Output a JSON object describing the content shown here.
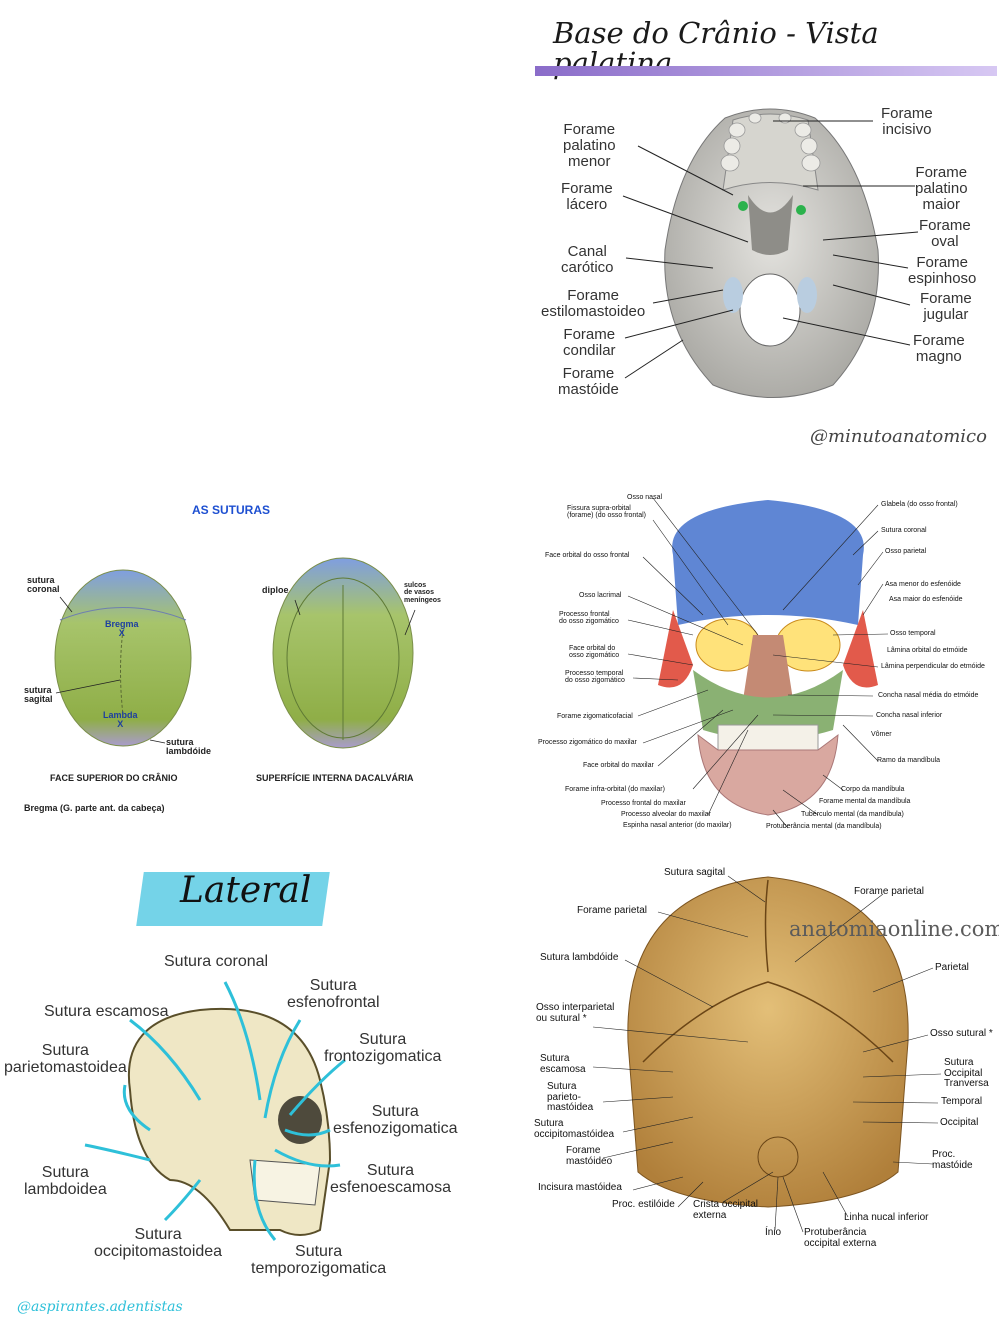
{
  "palatina": {
    "title": "Base do Crânio - Vista palatina",
    "watermark": "@minutoanatomico",
    "labels": [
      {
        "id": "forame-incisivo",
        "text": "Forame\nincisivo"
      },
      {
        "id": "forame-palatino-menor",
        "text": "Forame\npalatino\nmenor"
      },
      {
        "id": "forame-palatino-maior",
        "text": "Forame\npalatino\nmaior"
      },
      {
        "id": "forame-lacero",
        "text": "Forame\nlácero"
      },
      {
        "id": "forame-oval",
        "text": "Forame\noval"
      },
      {
        "id": "canal-carotico",
        "text": "Canal\ncarótico"
      },
      {
        "id": "forame-espinhoso",
        "text": "Forame\nespinhoso"
      },
      {
        "id": "forame-estilomastoideo",
        "text": "Forame\nestilomastoideo"
      },
      {
        "id": "forame-jugular",
        "text": "Forame\njugular"
      },
      {
        "id": "forame-condilar",
        "text": "Forame\ncondilar"
      },
      {
        "id": "forame-magno",
        "text": "Forame\nmagno"
      },
      {
        "id": "forame-mastoide",
        "text": "Forame\nmastóide"
      }
    ]
  },
  "suturas": {
    "title": "AS SUTURAS",
    "left_caption": "FACE SUPERIOR DO CRÂNIO",
    "right_caption": "SUPERFÍCIE INTERNA DACALVÁRIA",
    "footnote": "Bregma (G. parte ant. da cabeça)",
    "labels": {
      "sutura_coronal": "sutura\ncoronal",
      "bregma": "Bregma\nX",
      "sutura_sagital": "sutura\nsagital",
      "lambda": "Lambda\nX",
      "sutura_lambdoide": "sutura\nlambdóide",
      "diploe": "diploe",
      "sulcos": "sulcos\nde vasos\nmeníngeos"
    }
  },
  "anterior": {
    "labels": [
      {
        "id": "osso-nasal",
        "text": "Osso nasal"
      },
      {
        "id": "fissura",
        "text": "Fissura supra-orbital\n(forame) (do osso frontal)"
      },
      {
        "id": "face-orbital-frontal",
        "text": "Face orbital do osso frontal"
      },
      {
        "id": "osso-lacrimal",
        "text": "Osso lacrimal"
      },
      {
        "id": "proc-frontal-zig",
        "text": "Processo frontal\ndo osso zigomático"
      },
      {
        "id": "face-orbital-zig",
        "text": "Face orbital do\nosso zigomático"
      },
      {
        "id": "proc-temporal-zig",
        "text": "Processo temporal\ndo osso zigomático"
      },
      {
        "id": "forame-zigomatico",
        "text": "Forame zigomaticofacial"
      },
      {
        "id": "proc-zig-maxilar",
        "text": "Processo zigomático do maxilar"
      },
      {
        "id": "face-orbital-maxilar",
        "text": "Face orbital do maxilar"
      },
      {
        "id": "forame-infra",
        "text": "Forame infra-orbital (do maxilar)"
      },
      {
        "id": "proc-frontal-maxilar",
        "text": "Processo frontal do maxilar"
      },
      {
        "id": "proc-alveolar",
        "text": "Processo alveolar do maxilar"
      },
      {
        "id": "espinha-nasal",
        "text": "Espinha nasal anterior (do maxilar)"
      },
      {
        "id": "glabela",
        "text": "Glabela (do osso frontal)"
      },
      {
        "id": "sutura-coronal-a",
        "text": "Sutura coronal"
      },
      {
        "id": "osso-parietal",
        "text": "Osso parietal"
      },
      {
        "id": "asa-menor",
        "text": "Asa menor do esfenóide"
      },
      {
        "id": "asa-maior",
        "text": "Asa maior do esfenóide"
      },
      {
        "id": "osso-temporal",
        "text": "Osso temporal"
      },
      {
        "id": "lamina-orbital",
        "text": "Lâmina orbital do etmóide"
      },
      {
        "id": "lamina-perp",
        "text": "Lâmina perpendicular do etmóide"
      },
      {
        "id": "concha-media",
        "text": "Concha nasal média do etmóide"
      },
      {
        "id": "concha-inferior",
        "text": "Concha nasal inferior"
      },
      {
        "id": "vomer",
        "text": "Vômer"
      },
      {
        "id": "ramo-mandibula",
        "text": "Ramo da mandíbula"
      },
      {
        "id": "corpo-mandibula",
        "text": "Corpo da mandíbula"
      },
      {
        "id": "forame-mental",
        "text": "Forame mental da mandíbula"
      },
      {
        "id": "tuberculo",
        "text": "Tubérculo mental (da mandíbula)"
      },
      {
        "id": "protuberancia-mental",
        "text": "Protuberância mental (da mandíbula)"
      }
    ]
  },
  "lateral": {
    "title": "Lateral",
    "watermark": "@aspirantes.adentistas",
    "labels": [
      {
        "id": "sutura-coronal",
        "text": "Sutura coronal"
      },
      {
        "id": "sutura-esfenofrontal",
        "text": "Sutura\nesfenofrontal"
      },
      {
        "id": "sutura-escamosa",
        "text": "Sutura escamosa"
      },
      {
        "id": "sutura-frontozigomatica",
        "text": "Sutura\nfrontozigomatica"
      },
      {
        "id": "sutura-parietomastoidea",
        "text": "Sutura\nparietomastoidea"
      },
      {
        "id": "sutura-esfenozigomatica",
        "text": "Sutura\nesfenozigomatica"
      },
      {
        "id": "sutura-lambdoidea",
        "text": "Sutura\nlambdoidea"
      },
      {
        "id": "sutura-esfenoescamosa",
        "text": "Sutura\nesfenoescamosa"
      },
      {
        "id": "sutura-occipitomastoidea",
        "text": "Sutura\noccipitomastoidea"
      },
      {
        "id": "sutura-temporozigomatica",
        "text": "Sutura\ntemporozigomatica"
      }
    ]
  },
  "posterior": {
    "watermark": "anatomiaonline.com",
    "labels": [
      {
        "id": "sutura-sagital",
        "text": "Sutura sagital"
      },
      {
        "id": "forame-parietal-r",
        "text": "Forame parietal"
      },
      {
        "id": "forame-parietal-l",
        "text": "Forame parietal"
      },
      {
        "id": "sutura-lambdoide",
        "text": "Sutura lambdóide"
      },
      {
        "id": "parietal",
        "text": "Parietal"
      },
      {
        "id": "osso-interparietal",
        "text": "Osso interparietal\nou sutural *"
      },
      {
        "id": "osso-sutural",
        "text": "Osso sutural *"
      },
      {
        "id": "sutura-escamosa-p",
        "text": "Sutura\nescamosa"
      },
      {
        "id": "sutura-occ-transv",
        "text": "Sutura\nOccipital\nTranversa"
      },
      {
        "id": "sutura-parieto",
        "text": "Sutura\nparieto-\nmastóidea"
      },
      {
        "id": "temporal",
        "text": "Temporal"
      },
      {
        "id": "sutura-occipito",
        "text": "Sutura\noccipitomastóidea"
      },
      {
        "id": "occipital",
        "text": "Occipital"
      },
      {
        "id": "forame-mastoideo",
        "text": "Forame\nmastóideo"
      },
      {
        "id": "proc-mastoide",
        "text": "Proc.\nmastóide"
      },
      {
        "id": "incisura",
        "text": "Incisura mastóidea"
      },
      {
        "id": "proc-estiloide",
        "text": "Proc. estilóide"
      },
      {
        "id": "crista",
        "text": "Crista occipital\nexterna"
      },
      {
        "id": "linha-nucal",
        "text": "Linha nucal inferior"
      },
      {
        "id": "inio",
        "text": "Ínio"
      },
      {
        "id": "protuberancia-occ",
        "text": "Protuberância\noccipital externa"
      }
    ]
  }
}
